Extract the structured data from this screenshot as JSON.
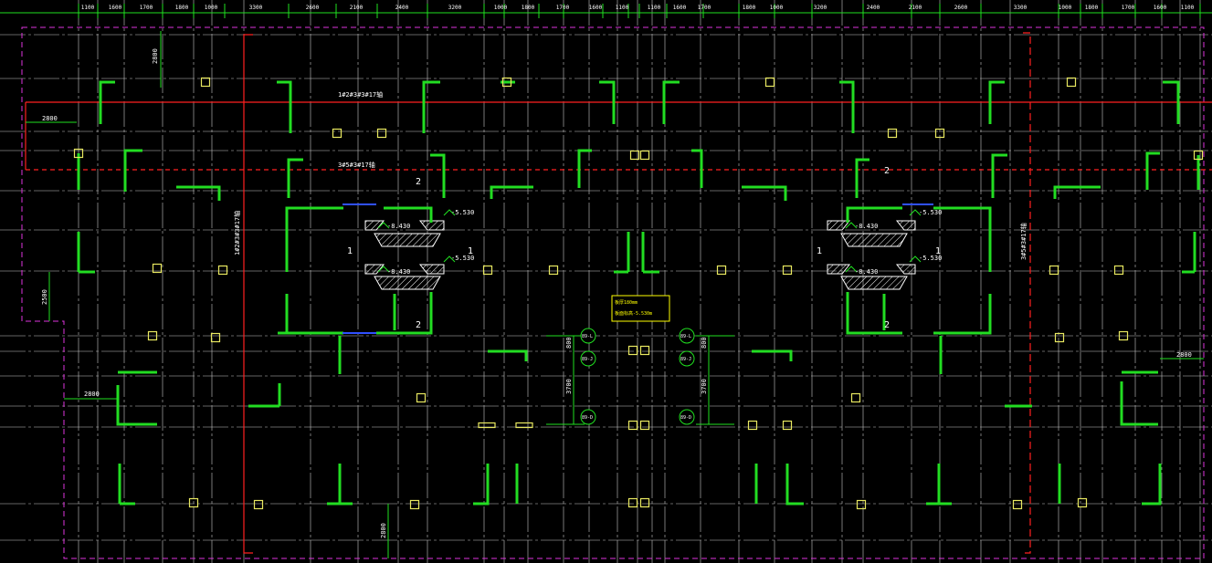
{
  "colors": {
    "background": "#000000",
    "axis": "#d8d8d8",
    "wall": "#22dd22",
    "column": "#e8e860",
    "redline": "#ff2020",
    "boundary": "#dd33dd",
    "dimension": "#20e020",
    "beam": "#3050ff",
    "note_box": "#ffff00"
  },
  "top_dimensions": [
    "1100",
    "1600",
    "1700",
    "1800",
    "1000",
    "3300",
    "2600",
    "2100",
    "2400",
    "3200",
    "1000",
    "1800",
    "1700",
    "1600",
    "1100",
    "1100",
    "1600",
    "1700",
    "1800",
    "1000",
    "3200",
    "2400",
    "2100",
    "2600",
    "3300",
    "1000",
    "1800",
    "1700",
    "1600",
    "1100"
  ],
  "side_dimensions": {
    "left_top": "2800",
    "left_upper": "2800",
    "left_middle": "2500",
    "left_lower": "2800",
    "top_vertical": "2800",
    "bottom_vertical": "2800",
    "right_lower": "2800",
    "center_upper": "800",
    "center_lower": "3700",
    "center_upper_right": "800",
    "center_lower_right": "3700"
  },
  "level_marks": [
    "-8.430",
    "-5.530",
    "-8.430",
    "-5.530",
    "-8.430",
    "-5.530",
    "-8.430",
    "-5.530"
  ],
  "section_marks": [
    "1",
    "1",
    "2",
    "2",
    "1",
    "1",
    "2",
    "2"
  ],
  "axis_bubbles": [
    "89-L",
    "89-J",
    "89-D",
    "89-L",
    "89-J",
    "89-D"
  ],
  "notes": {
    "red_label_top": "1#2#3#3#17轴",
    "red_label_left": "1#2#3#3#17轴",
    "red_label_mid": "3#5#3#17轴",
    "red_label_right": "3#5#3#17轴",
    "yellow_box_line1": "板厚180mm",
    "yellow_box_line2": "板面标高-5.530m"
  }
}
